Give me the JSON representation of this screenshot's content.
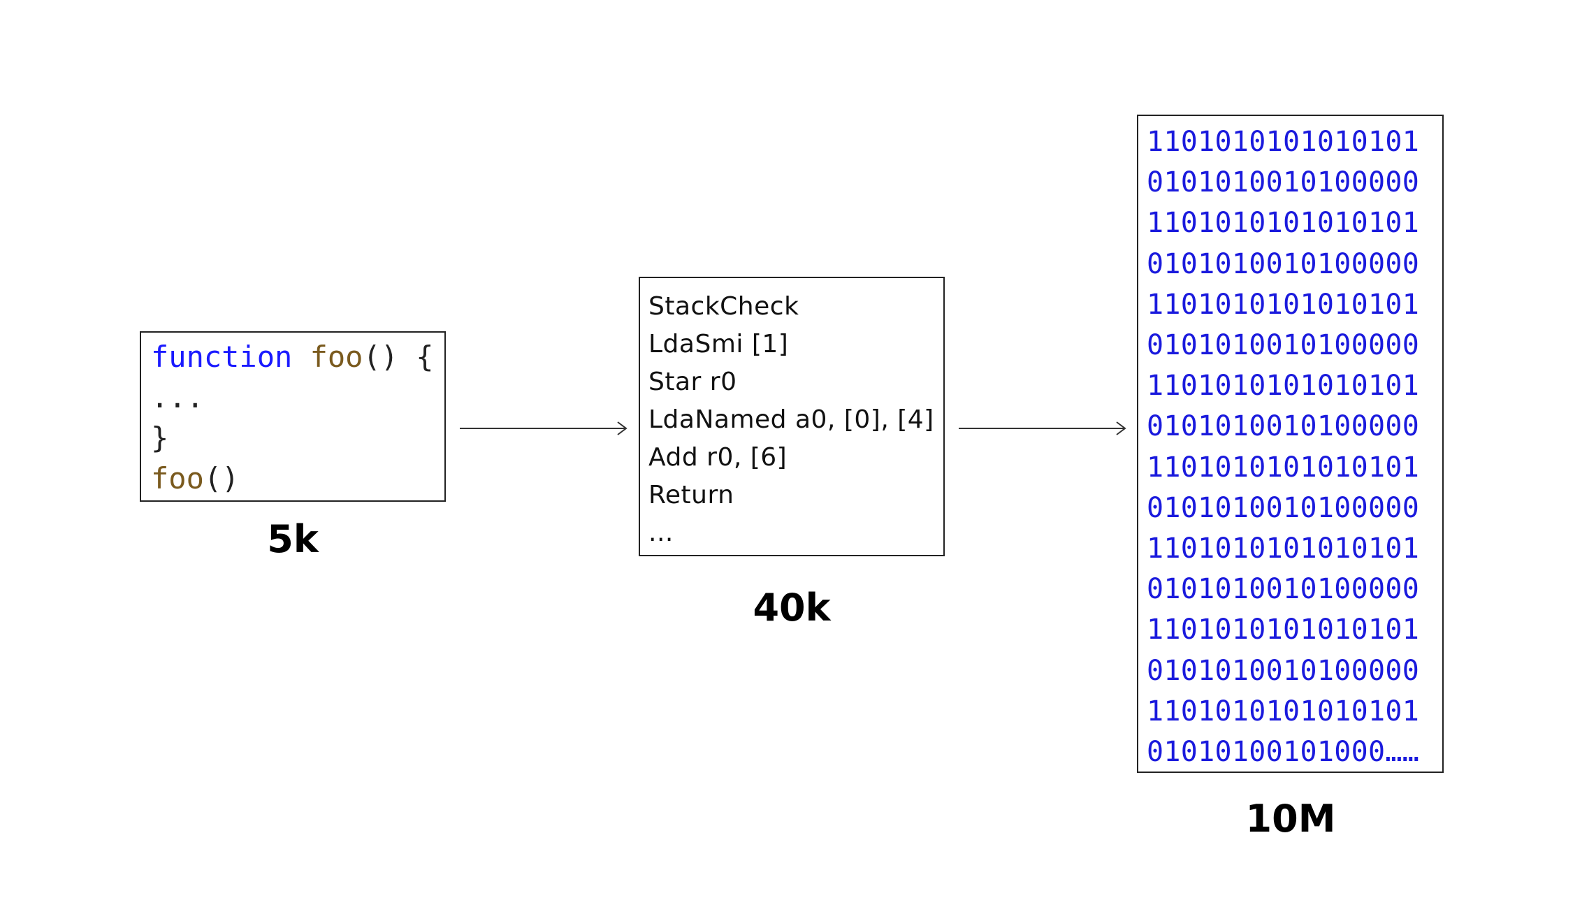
{
  "source": {
    "line1": {
      "keyword": "function",
      "name": "foo",
      "rest": "() {"
    },
    "line2": "...",
    "line3": "}",
    "line4": {
      "name": "foo",
      "rest": "()"
    }
  },
  "source_size": "5k",
  "bytecode": {
    "lines": [
      "StackCheck",
      "LdaSmi [1]",
      "Star r0",
      "LdaNamed a0, [0], [4]",
      "Add r0, [6]",
      "Return",
      "..."
    ]
  },
  "bytecode_size": "40k",
  "machine_code": {
    "lines": [
      "1101010101010101",
      "0101010010100000",
      "1101010101010101",
      "0101010010100000",
      "1101010101010101",
      "0101010010100000",
      "1101010101010101",
      "0101010010100000",
      "1101010101010101",
      "0101010010100000",
      "1101010101010101",
      "0101010010100000",
      "1101010101010101",
      "0101010010100000",
      "1101010101010101",
      "01010100101000……"
    ]
  },
  "machine_size": "10M",
  "colors": {
    "keyword": "#1a1aff",
    "function_name": "#7a5a1e",
    "machine_code": "#1a1add",
    "border": "#222222"
  }
}
